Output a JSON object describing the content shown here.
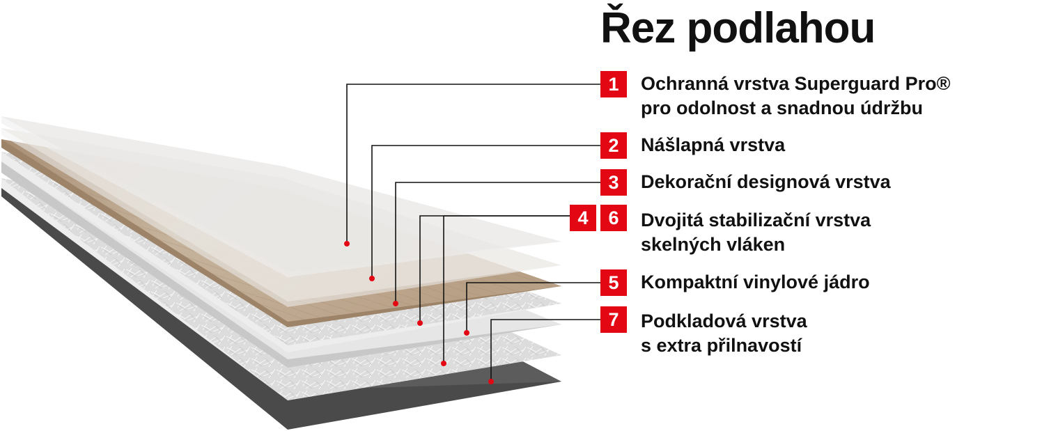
{
  "title": "Řez podlahou",
  "colors": {
    "accent": "#e30613",
    "text": "#111111",
    "leader_line": "#111111",
    "wood_light": "#d2c9bd",
    "wood_dark": "#b59e83",
    "fiber_layer": "#d9d9d9",
    "core_edge": "#c9c9c9",
    "base_layer": "#5a5a5a"
  },
  "legend": [
    {
      "badges": [
        "1"
      ],
      "lines": [
        "Ochranná vrstva Superguard Pro®",
        "pro odolnost a snadnou údržbu"
      ]
    },
    {
      "badges": [
        "2"
      ],
      "lines": [
        "Nášlapná vrstva"
      ]
    },
    {
      "badges": [
        "3"
      ],
      "lines": [
        "Dekorační designová vrstva"
      ]
    },
    {
      "badges": [
        "4",
        "6"
      ],
      "lines": [
        "Dvojitá stabilizační vrstva",
        "skelných vláken"
      ]
    },
    {
      "badges": [
        "5"
      ],
      "lines": [
        "Kompaktní vinylové jádro"
      ]
    },
    {
      "badges": [
        "7"
      ],
      "lines": [
        "Podkladová vrstva",
        "s extra přilnavostí"
      ]
    }
  ]
}
